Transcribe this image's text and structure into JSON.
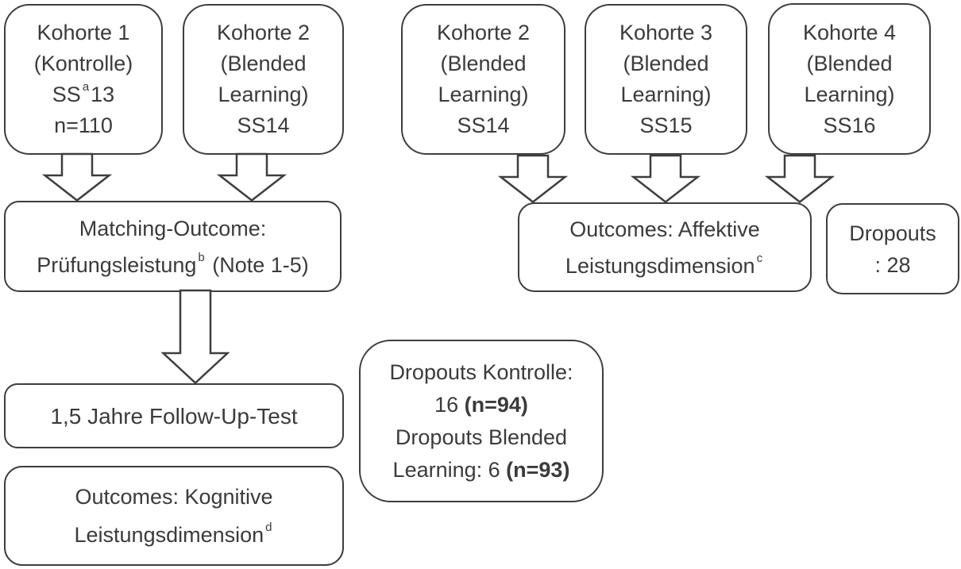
{
  "colors": {
    "border": "#3e3e3e",
    "text": "#3b3b3b",
    "background": "#ffffff"
  },
  "boxes": {
    "kohorte1": {
      "line1": "Kohorte 1",
      "line2": "(Kontrolle)",
      "line3_pre": "SS",
      "line3_sup": "a",
      "line3_post": "13",
      "line4": "n=110"
    },
    "kohorte2_left": {
      "line1": "Kohorte 2",
      "line2": "(Blended",
      "line3": "Learning)",
      "line4": "SS14"
    },
    "kohorte2_right": {
      "line1": "Kohorte 2",
      "line2": "(Blended",
      "line3": "Learning)",
      "line4": "SS14"
    },
    "kohorte3": {
      "line1": "Kohorte 3",
      "line2": "(Blended",
      "line3": "Learning)",
      "line4": "SS15"
    },
    "kohorte4": {
      "line1": "Kohorte 4",
      "line2": "(Blended",
      "line3": "Learning)",
      "line4": "SS16"
    },
    "matching": {
      "line1": "Matching-Outcome:",
      "line2_pre": "Prüfungsleistung",
      "line2_sup": "b",
      "line2_post": " (Note 1-5)"
    },
    "followup": {
      "line1": "1,5 Jahre Follow-Up-Test"
    },
    "kognitive": {
      "line1": "Outcomes: Kognitive",
      "line2_pre": "Leistungsdimension",
      "line2_sup": "d"
    },
    "dropouts_mid": {
      "line1": "Dropouts Kontrolle:",
      "line2_pre": "16 ",
      "line2_bold": "(n=94)",
      "line3": "Dropouts Blended",
      "line4_pre": "Learning: 6 ",
      "line4_bold": "(n=93)"
    },
    "affektive": {
      "line1": "Outcomes: Affektive",
      "line2_pre": "Leistungsdimension",
      "line2_sup": "c"
    },
    "dropouts_right": {
      "line1": "Dropouts",
      "line2": ": 28"
    }
  }
}
